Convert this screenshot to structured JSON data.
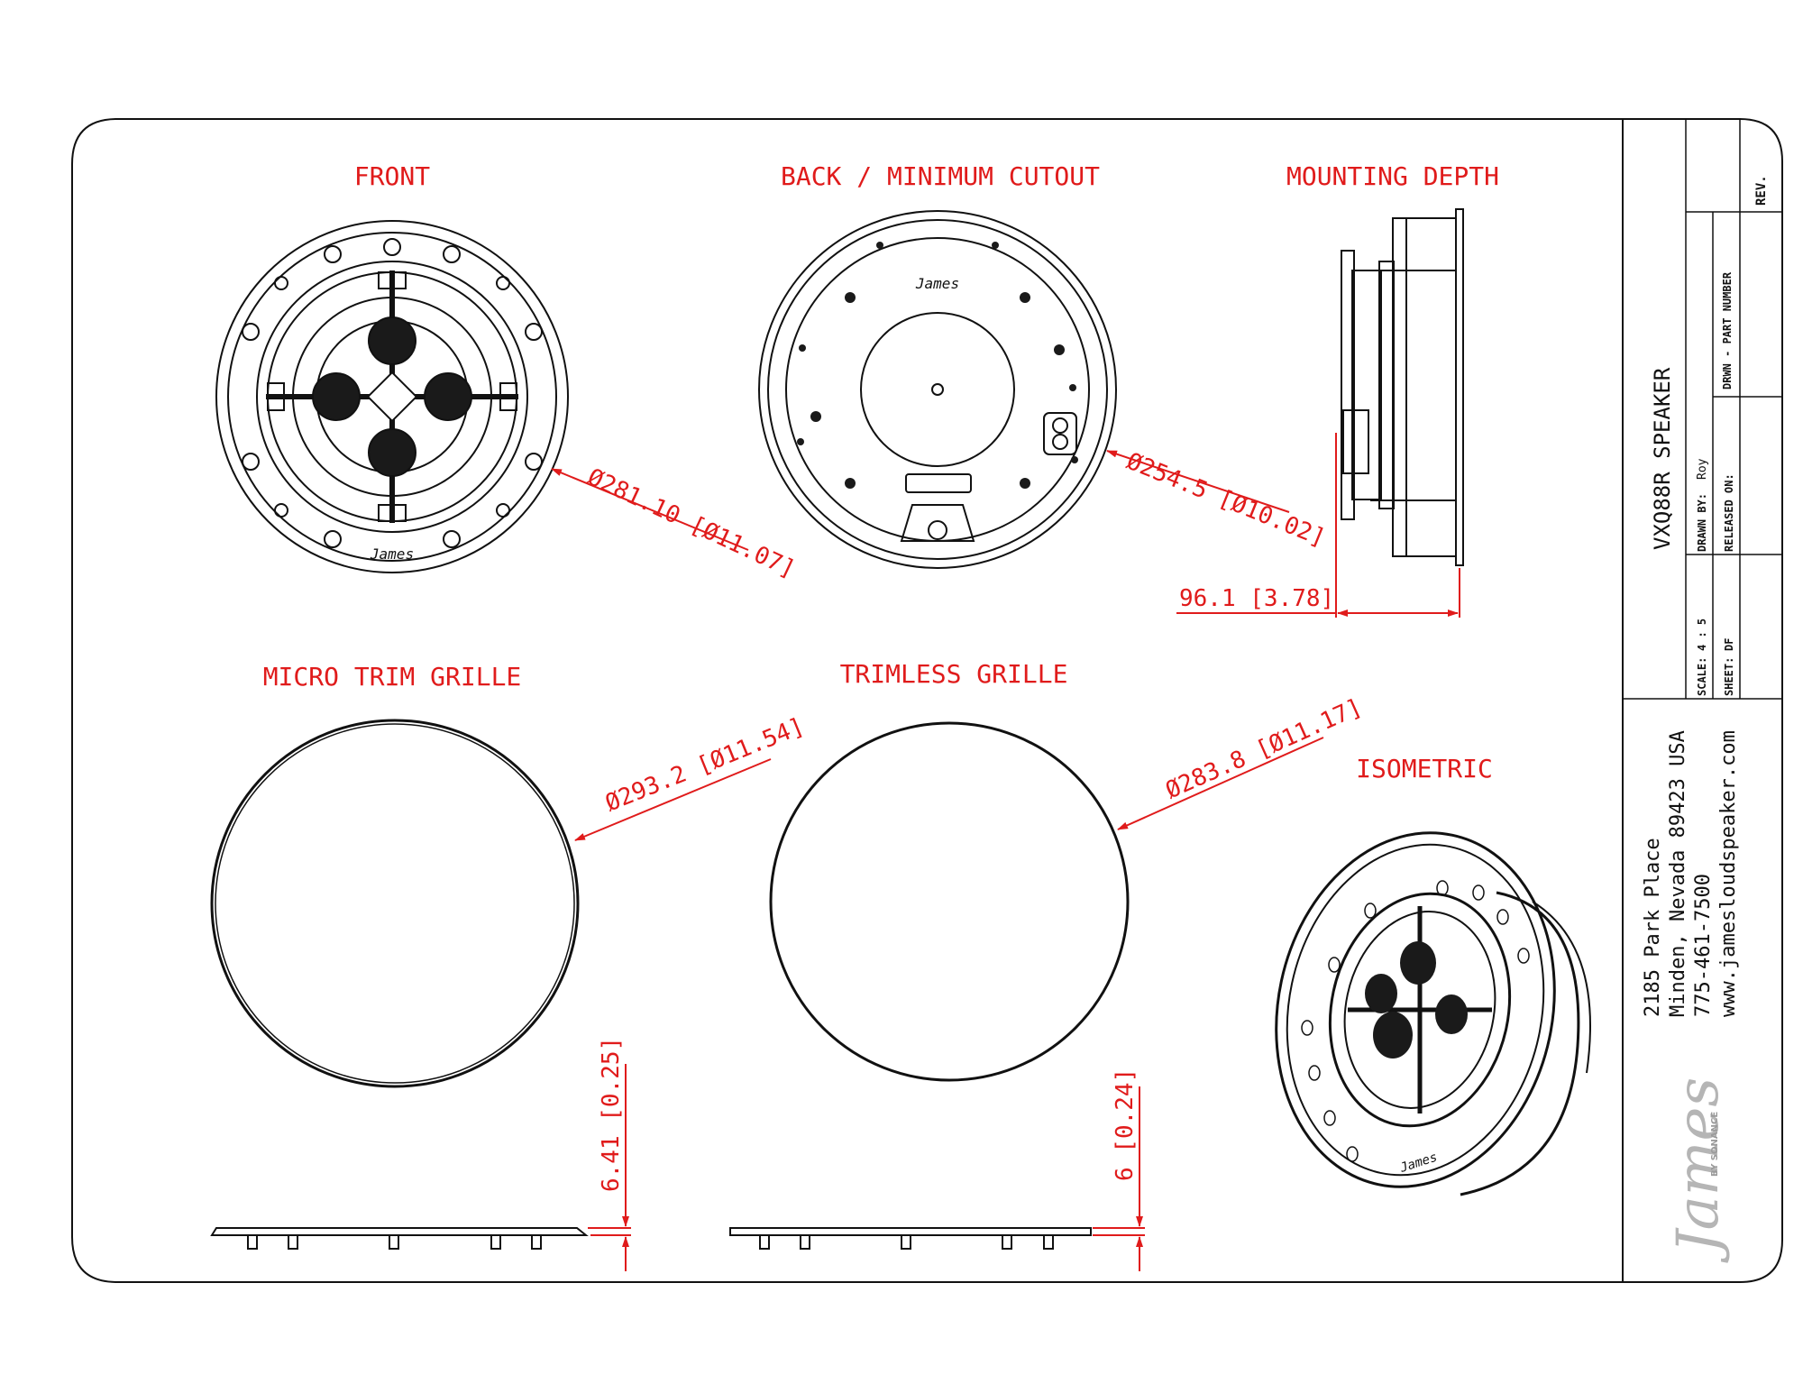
{
  "drawing": {
    "colors": {
      "annotation": "#e01b1b",
      "linework": "#111111",
      "background": "#ffffff"
    },
    "views": {
      "front": {
        "title": "FRONT",
        "dimension": "Ø281.10 [Ø11.07]",
        "logo": "James"
      },
      "back": {
        "title": "BACK / MINIMUM CUTOUT",
        "dimension": "Ø254.5 [Ø10.02]",
        "logo": "James"
      },
      "depth": {
        "title": "MOUNTING DEPTH",
        "dimension": "96.1 [3.78]"
      },
      "micro_trim": {
        "title": "MICRO TRIM GRILLE",
        "diameter": "Ø293.2 [Ø11.54]",
        "thickness": "6.41 [0.25]"
      },
      "trimless": {
        "title": "TRIMLESS GRILLE",
        "diameter": "Ø283.8 [Ø11.17]",
        "thickness": "6 [0.24]"
      },
      "isometric": {
        "title": "ISOMETRIC",
        "logo": "James"
      }
    },
    "title_block": {
      "product": "VXQ88R SPEAKER",
      "rev_label": "REV.",
      "part_number_label": "DRWN - PART NUMBER",
      "drawn_by_label": "DRAWN BY:",
      "drawn_by_value": "Roy",
      "released_label": "RELEASED ON:",
      "scale_label": "SCALE:",
      "scale_value": "4 : 5",
      "sheet_label": "SHEET:",
      "sheet_value": "DF",
      "address_line1": "2185 Park Place",
      "address_line2": "Minden, Nevada 89423 USA",
      "phone": "775-461-7500",
      "website": "www.jamesloudspeaker.com",
      "brand": "James",
      "brand_sub": "BY SONANCE"
    }
  }
}
